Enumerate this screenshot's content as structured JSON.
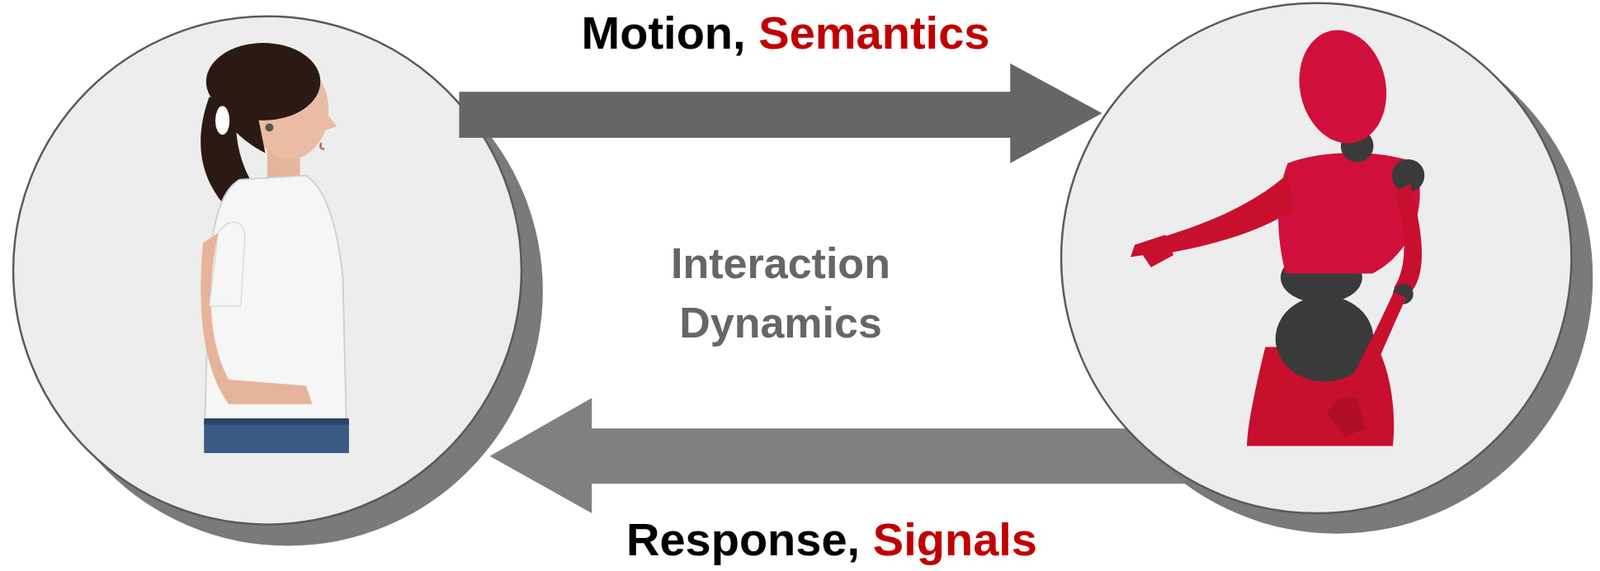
{
  "diagram": {
    "labels": [
      "Motion,",
      "Semantics",
      "Interaction Dynamics",
      "Response,",
      "Signals"
    ]
  }
}
